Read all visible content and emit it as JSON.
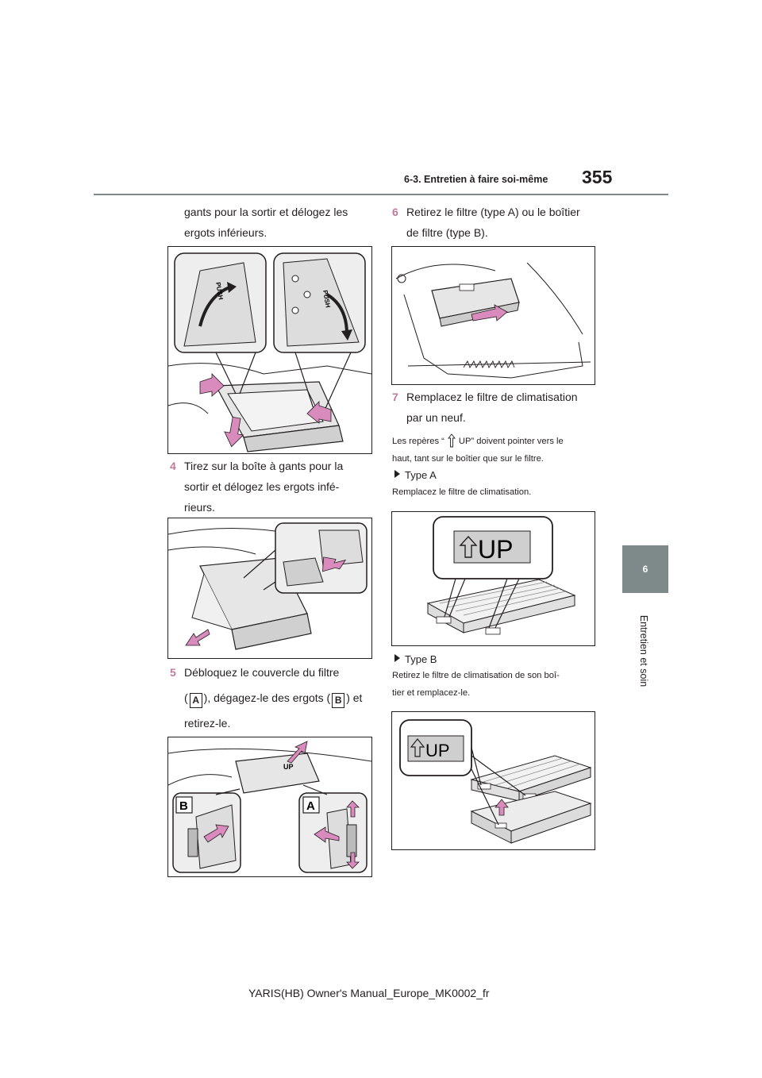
{
  "header": {
    "section_title": "6-3. Entretien à faire soi-même",
    "page_number": "355"
  },
  "chapter_tab": {
    "number": "6",
    "label": "Entretien et soin"
  },
  "left_column": {
    "intro_line1": "gants pour la sortir et délogez les",
    "intro_line2": "ergots inférieurs.",
    "step4": {
      "number": "4",
      "line1": "Tirez sur la boîte à gants pour la",
      "line2": "sortir et délogez les ergots infé-",
      "line3": "rieurs."
    },
    "step5": {
      "number": "5",
      "line1": "Débloquez le couvercle du filtre",
      "line2_pre": "(",
      "box_a": "A",
      "line2_mid": "), dégagez-le des ergots (",
      "box_b": "B",
      "line2_post": ") et",
      "line3": "retirez-le."
    }
  },
  "right_column": {
    "step6": {
      "number": "6",
      "line1": "Retirez le filtre (type A) ou le boîtier",
      "line2": "de filtre (type B)."
    },
    "step7": {
      "number": "7",
      "line1": "Remplacez le filtre de climatisation",
      "line2": "par un neuf."
    },
    "note_line1_pre": "Les repères “",
    "note_line1_post": "UP” doivent pointer vers le",
    "note_line2": "haut, tant sur le boîtier que sur le filtre.",
    "type_a": {
      "label": "Type A",
      "description": "Remplacez le filtre de climatisation."
    },
    "type_b": {
      "label": "Type B",
      "description_line1": "Retirez le filtre de climatisation de son boî-",
      "description_line2": "tier et remplacez-le."
    }
  },
  "figures": {
    "fig1_push_left": "PUSH",
    "fig1_push_right": "PUSH",
    "fig3_label_b": "B",
    "fig3_label_a": "A",
    "fig3_cover_mark": "UP",
    "fig5_up_label": "UP",
    "fig6_up_label": "UP"
  },
  "footer": {
    "text": "YARIS(HB) Owner's Manual_Europe_MK0002_fr"
  },
  "colors": {
    "accent_pink": "#d98bbd",
    "tab_gray": "#7d8a89",
    "line_dark": "#231f20",
    "figure_fill": "#e6e6e6"
  }
}
